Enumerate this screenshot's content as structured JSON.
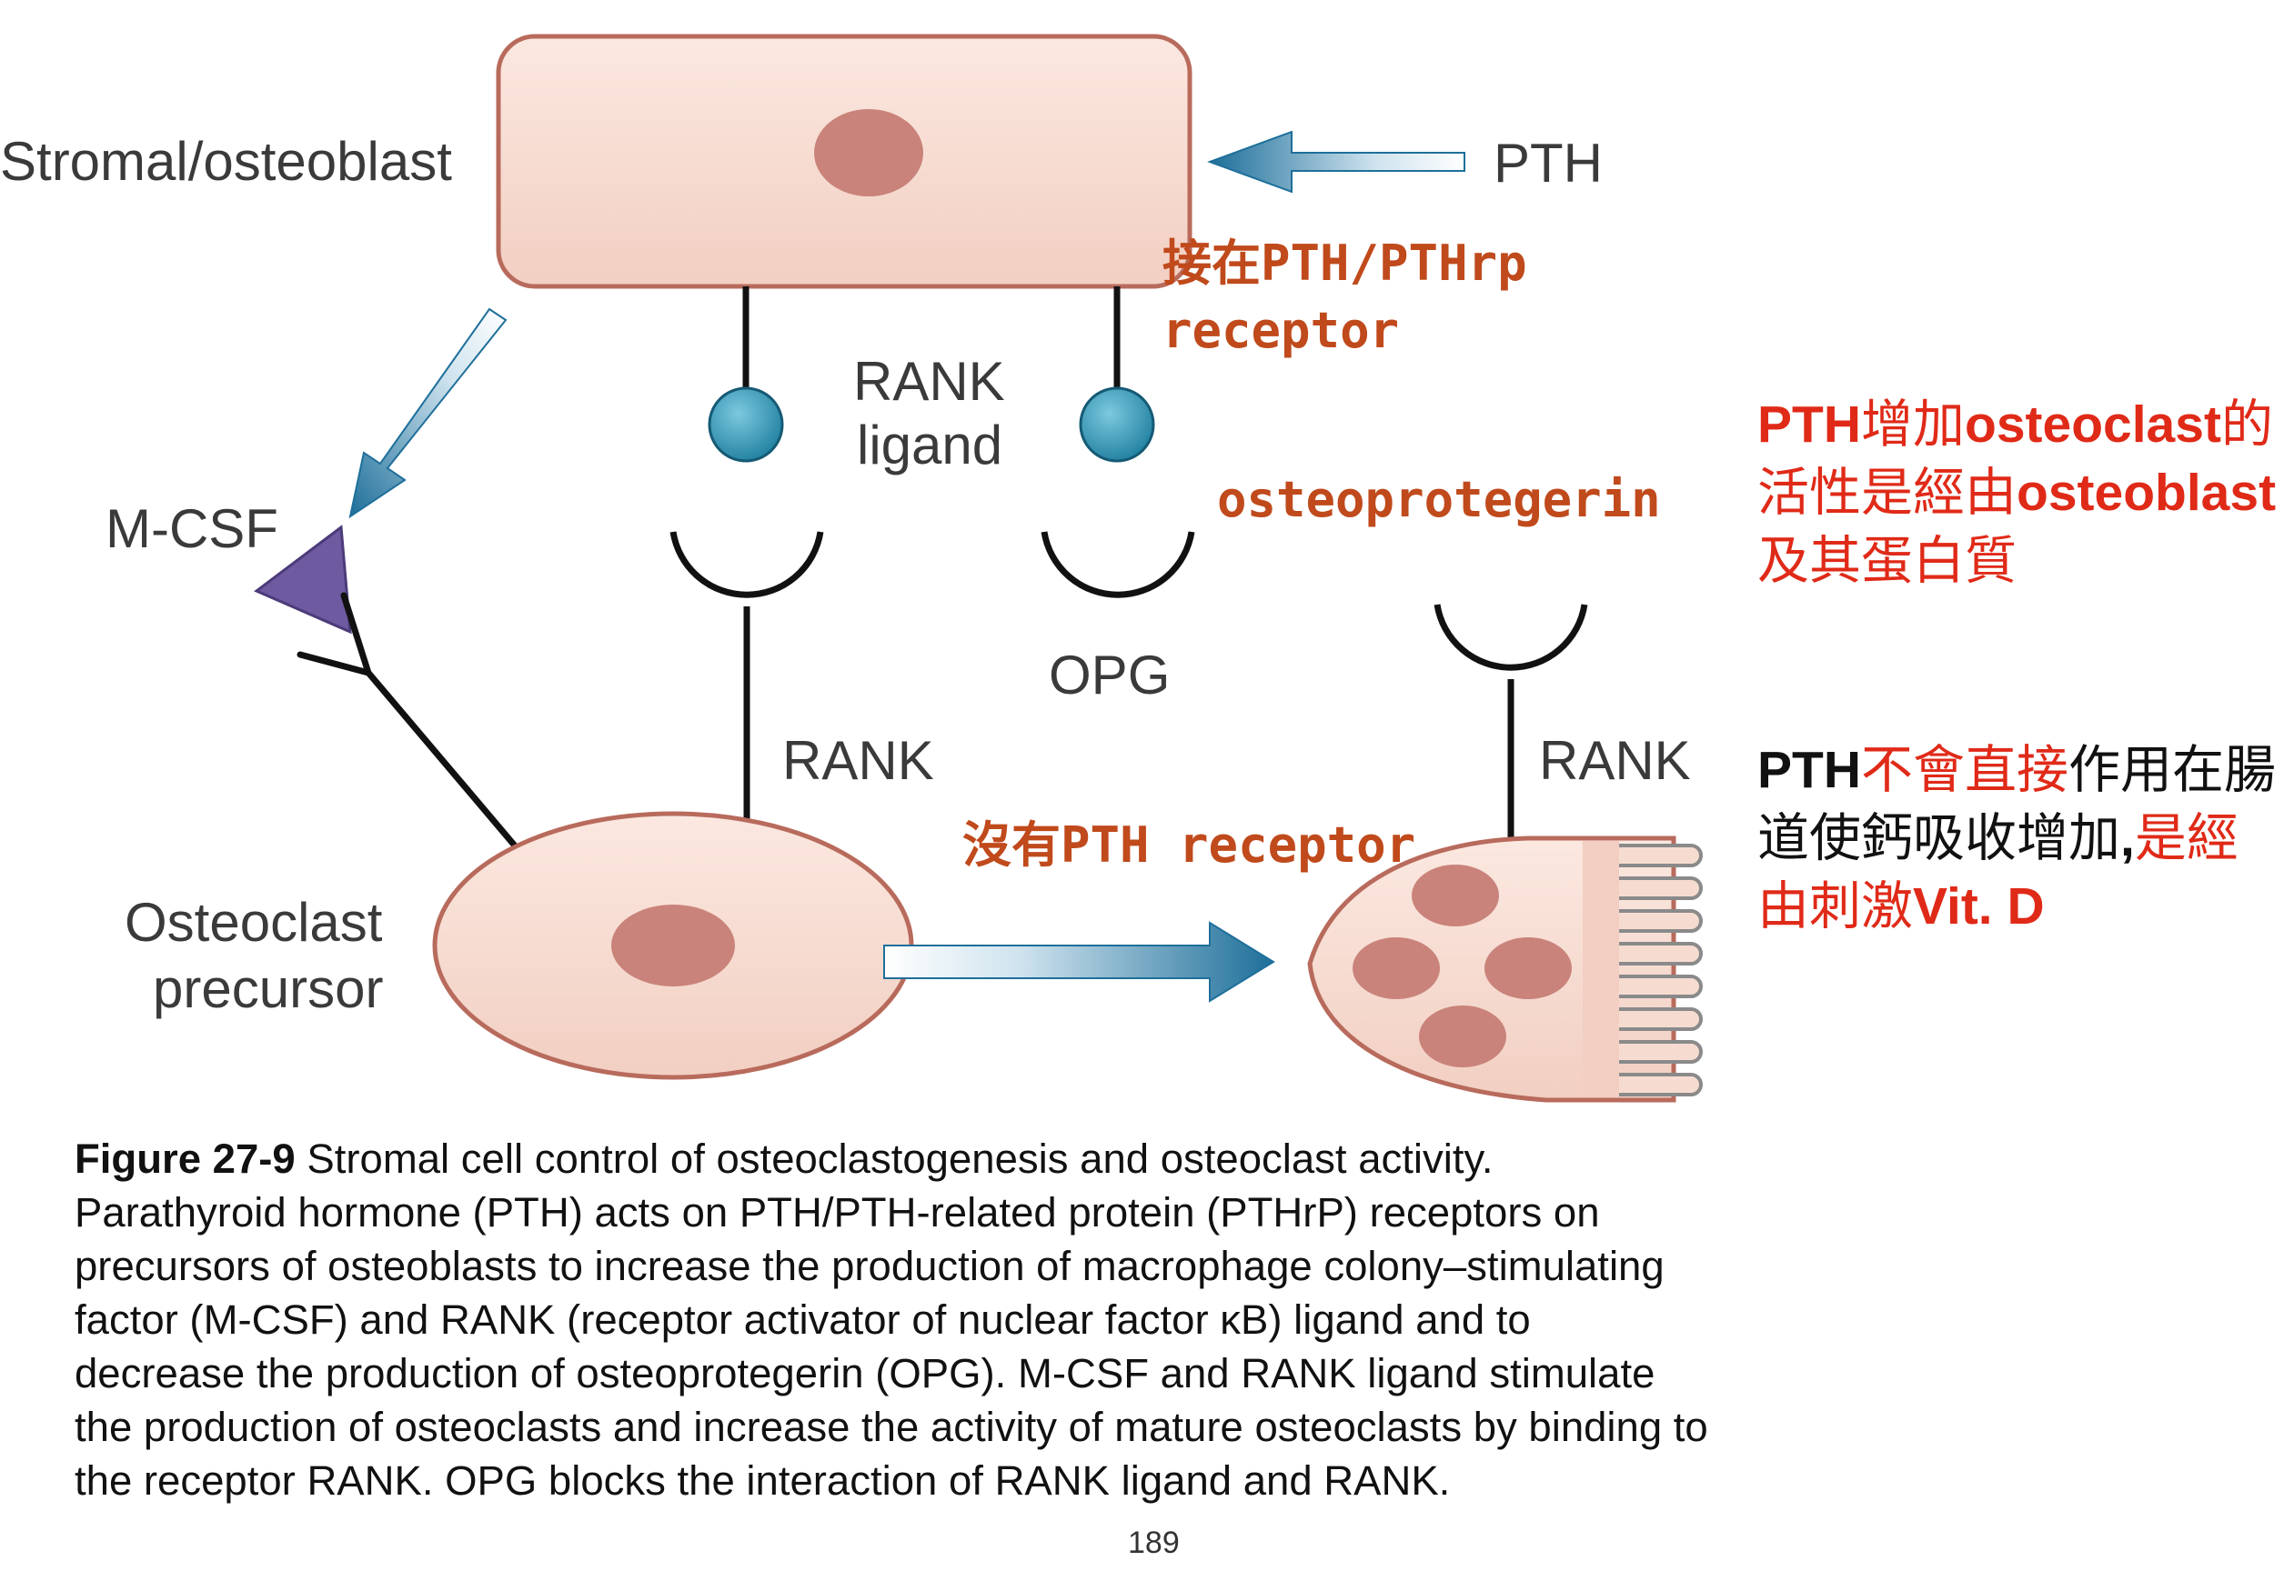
{
  "diagram": {
    "labels": {
      "stromal": "Stromal/osteoblast",
      "pth": "PTH",
      "rank_ligand_line1": "RANK",
      "rank_ligand_line2": "ligand",
      "mcsf": "M-CSF",
      "opg": "OPG",
      "rank_left": "RANK",
      "rank_right": "RANK",
      "precursor_line1": "Osteoclast",
      "precursor_line2": "precursor"
    },
    "annotations": {
      "pthrp_line1": "接在PTH/PTHrp",
      "pthrp_line2": "receptor",
      "osteoprotegerin": "osteoprotegerin",
      "no_pth_receptor": "沒有PTH receptor"
    },
    "colors": {
      "cell_fill": "#f6dcd0",
      "cell_stroke": "#b86b5c",
      "nucleus": "#c9837a",
      "ligand_ball": "#2b8fb0",
      "arrow": "#1e6f9a",
      "mcsf_triangle": "#6e5aa0",
      "annotation_red": "#c04a1c",
      "note_red": "#e02a18"
    }
  },
  "notes": {
    "note1": {
      "p1": "PTH",
      "p2": "增加",
      "p3": "osteoclast",
      "p4": "的活性是經由",
      "p5": "osteoblast",
      "p6": "及其蛋白質"
    },
    "note2": {
      "p1": "PTH",
      "p2": "不會直接",
      "p3": "作用在腸道使鈣吸收增加",
      "p4": ",",
      "p5": "是經由刺激",
      "p6": "Vit. D"
    }
  },
  "caption": {
    "label": "Figure 27-9",
    "text": " Stromal cell control of osteoclastogenesis and osteoclast activity. Parathyroid hormone (PTH) acts on PTH/PTH-related protein (PTHrP) receptors on precursors of osteoblasts to increase the production of macrophage colony–stimulating factor (M-CSF) and RANK (receptor activator of nuclear factor κB) ligand and to decrease the production of osteoprotegerin (OPG). M-CSF and RANK ligand stimulate the production of osteoclasts and increase the activity of mature osteoclasts by binding to the receptor RANK. OPG blocks the interaction of RANK ligand and RANK."
  },
  "page_number": "189"
}
